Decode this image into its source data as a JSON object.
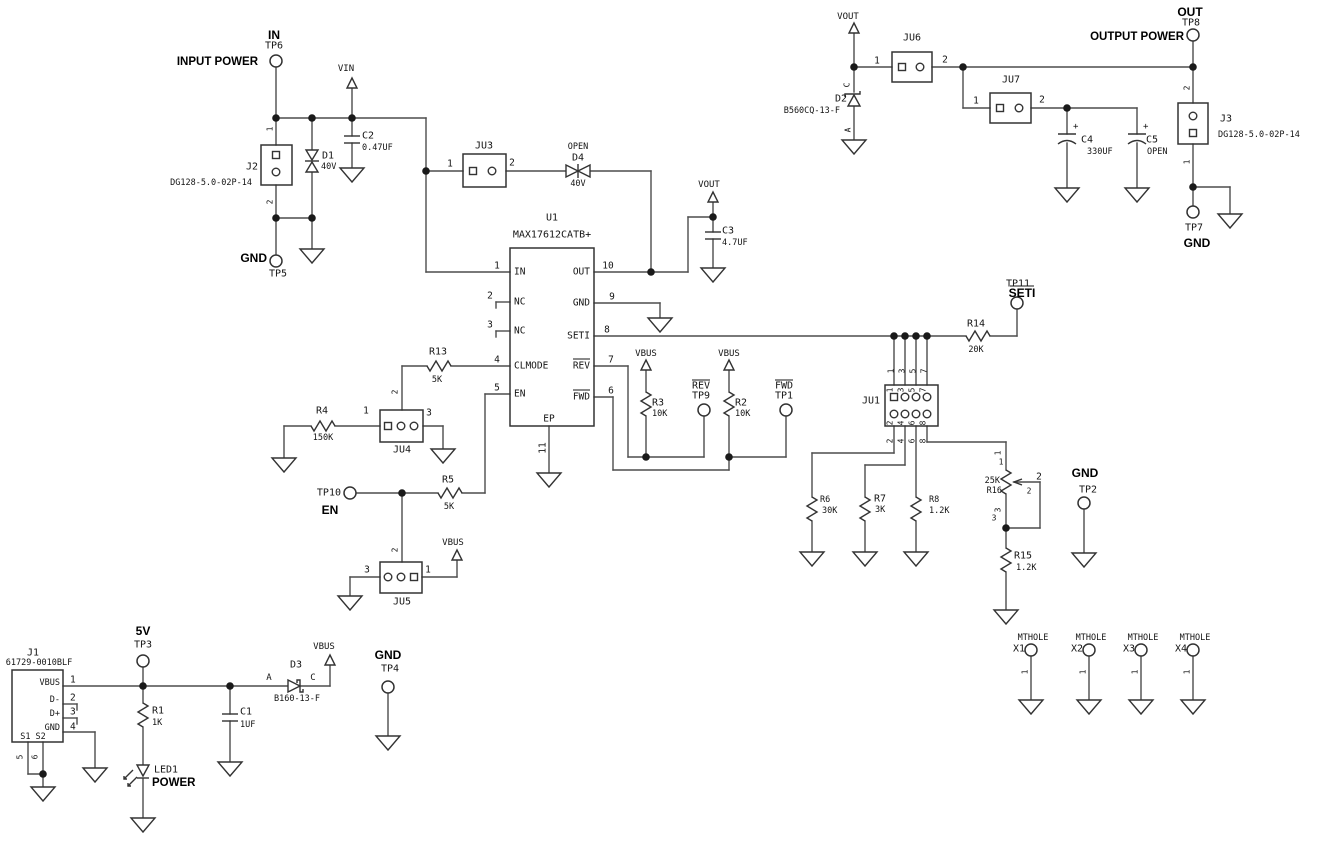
{
  "schematic": {
    "input": {
      "net": "IN",
      "tp6": "TP6",
      "title": "INPUT POWER",
      "vin": "VIN",
      "gnd": "GND",
      "tp5": "TP5",
      "j2": {
        "ref": "J2",
        "part": "DG128-5.0-02P-14",
        "p1": "1",
        "p2": "2"
      },
      "d1": {
        "ref": "D1",
        "val": "40V"
      },
      "c2": {
        "ref": "C2",
        "val": "0.47UF"
      }
    },
    "ju3": {
      "ref": "JU3",
      "p1": "1",
      "p2": "2"
    },
    "d4": {
      "state": "OPEN",
      "ref": "D4",
      "val": "40V"
    },
    "u1": {
      "ref": "U1",
      "part": "MAX17612CATB+",
      "ep": "EP",
      "ep_pin": "11",
      "left": [
        {
          "n": "1",
          "name": "IN"
        },
        {
          "n": "2",
          "name": "NC"
        },
        {
          "n": "3",
          "name": "NC"
        },
        {
          "n": "4",
          "name": "CLMODE"
        },
        {
          "n": "5",
          "name": "EN"
        }
      ],
      "right": [
        {
          "n": "10",
          "name": "OUT"
        },
        {
          "n": "9",
          "name": "GND"
        },
        {
          "n": "8",
          "name": "SETI"
        },
        {
          "n": "7",
          "name": "REV"
        },
        {
          "n": "6",
          "name": "FWD"
        }
      ]
    },
    "vout_c3": {
      "net": "VOUT",
      "ref": "C3",
      "val": "4.7UF"
    },
    "r13": {
      "ref": "R13",
      "val": "5K"
    },
    "ju4": {
      "ref": "JU4",
      "p1": "1",
      "p2": "2",
      "p3": "3"
    },
    "r4": {
      "ref": "R4",
      "val": "150K"
    },
    "en": {
      "tp": "TP10",
      "net": "EN"
    },
    "r5": {
      "ref": "R5",
      "val": "5K"
    },
    "ju5": {
      "ref": "JU5",
      "p1": "1",
      "p2": "2",
      "p3": "3",
      "vbus": "VBUS"
    },
    "rev": {
      "vbus": "VBUS",
      "ref": "R3",
      "val": "10K",
      "tp_net": "REV",
      "tp": "TP9"
    },
    "fwd": {
      "vbus": "VBUS",
      "ref": "R2",
      "val": "10K",
      "tp_net": "FWD",
      "tp": "TP1"
    },
    "seti": {
      "r14": "R14",
      "r14_val": "20K",
      "tp": "TP11",
      "net": "SETI"
    },
    "ju1": {
      "ref": "JU1",
      "top": [
        "1",
        "3",
        "5",
        "7"
      ],
      "bot": [
        "2",
        "4",
        "6",
        "8"
      ]
    },
    "rbank": [
      {
        "ref": "R6",
        "val": "30K"
      },
      {
        "ref": "R7",
        "val": "3K"
      },
      {
        "ref": "R8",
        "val": "1.2K"
      }
    ],
    "pot": {
      "val": "25K",
      "ref": "R16",
      "p1": "1",
      "p2": "2",
      "p3": "3"
    },
    "r15": {
      "ref": "R15",
      "val": "1.2K"
    },
    "tp2": {
      "net": "GND",
      "tp": "TP2"
    },
    "outrail": {
      "vout": "VOUT",
      "d2": {
        "ref": "D2",
        "part": "B560CQ-13-F",
        "c": "C",
        "a": "A"
      },
      "ju6": {
        "ref": "JU6",
        "p1": "1",
        "p2": "2"
      },
      "ju7": {
        "ref": "JU7",
        "p1": "1",
        "p2": "2"
      },
      "c4": {
        "ref": "C4",
        "val": "330UF",
        "plus": "+"
      },
      "c5": {
        "ref": "C5",
        "val": "OPEN",
        "plus": "+"
      },
      "net": "OUT",
      "tp8": "TP8",
      "title": "OUTPUT POWER",
      "j3": {
        "ref": "J3",
        "part": "DG128-5.0-02P-14",
        "p1": "1",
        "p2": "2"
      },
      "tp7": "TP7",
      "gnd": "GND"
    },
    "usb": {
      "j1": {
        "ref": "J1",
        "part": "61729-0010BLF",
        "vbus": "VBUS",
        "dm": "D-",
        "dp": "D+",
        "gnd": "GND",
        "s": "S1 S2",
        "p1": "1",
        "p2": "2",
        "p3": "3",
        "p4": "4",
        "p5": "5",
        "p6": "6"
      },
      "v5": "5V",
      "tp3": "TP3",
      "r1": {
        "ref": "R1",
        "val": "1K"
      },
      "led": {
        "ref": "LED1",
        "name": "POWER"
      },
      "c1": {
        "ref": "C1",
        "val": "1UF"
      },
      "d3": {
        "ref": "D3",
        "part": "B160-13-F",
        "a": "A",
        "c": "C"
      },
      "vbus": "VBUS",
      "gnd": "GND",
      "tp4": "TP4"
    },
    "mtholes": {
      "label": "MTHOLE",
      "pin": "1",
      "refs": [
        "X1",
        "X2",
        "X3",
        "X4"
      ]
    }
  }
}
